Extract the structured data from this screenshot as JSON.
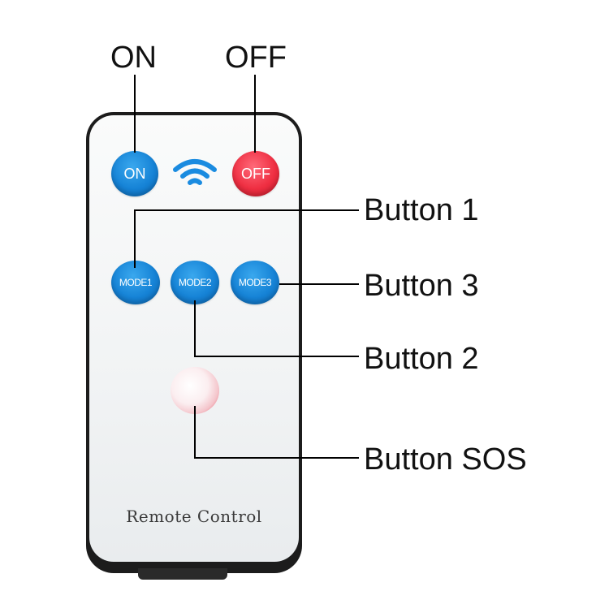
{
  "callouts": {
    "on": "ON",
    "off": "OFF",
    "button1": "Button 1",
    "button3": "Button 3",
    "button2": "Button 2",
    "button_sos": "Button SOS"
  },
  "remote": {
    "label": "Remote Control",
    "buttons": {
      "on": "ON",
      "off": "OFF",
      "mode1": "MODE1",
      "mode2": "MODE2",
      "mode3": "MODE3"
    },
    "icons": {
      "wireless": "wifi-icon"
    }
  },
  "colors": {
    "button_blue": "#1683d6",
    "button_red": "#ef2f42",
    "remote_body": "#1c1c1c",
    "remote_face": "#f1f3f4"
  }
}
